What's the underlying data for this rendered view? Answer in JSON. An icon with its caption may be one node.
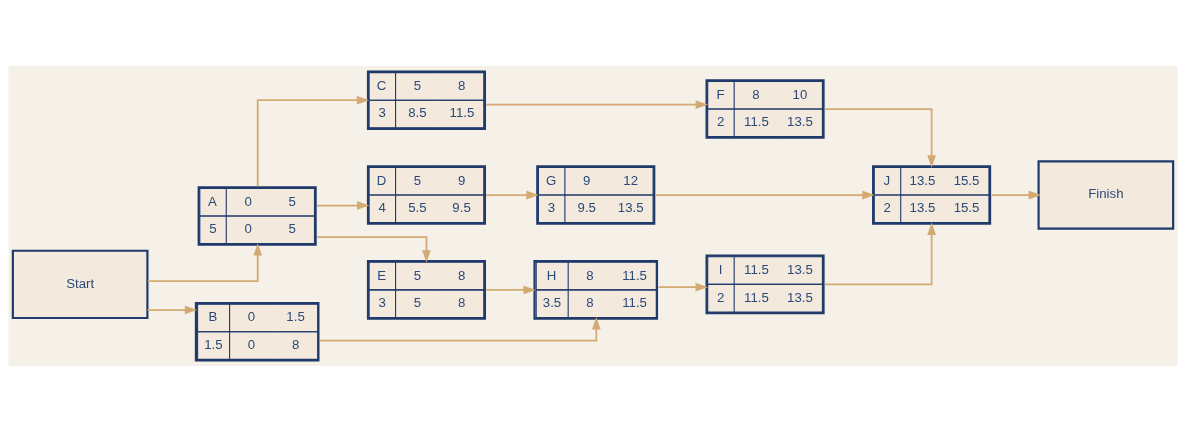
{
  "diagram": {
    "nodes": [
      {
        "text": [
          "Start"
        ]
      },
      {
        "text": [
          "A",
          "0",
          "5",
          "5",
          "0",
          "5"
        ]
      },
      {
        "text": [
          "B",
          "0",
          "1.5",
          "1.5",
          "0",
          "8"
        ]
      },
      {
        "text": [
          "C",
          "5",
          "8",
          "3",
          "8.5",
          "11.5"
        ]
      },
      {
        "text": [
          "D",
          "5",
          "9",
          "4",
          "5.5",
          "9.5"
        ]
      },
      {
        "text": [
          "E",
          "5",
          "8",
          "3",
          "5",
          "8"
        ]
      },
      {
        "text": [
          "F",
          "8",
          "10",
          "2",
          "11.5",
          "13.5"
        ]
      },
      {
        "text": [
          "G",
          "9",
          "12",
          "3",
          "9.5",
          "13.5"
        ]
      },
      {
        "text": [
          "H",
          "8",
          "11.5",
          "3.5",
          "8",
          "11.5"
        ]
      },
      {
        "text": [
          "I",
          "11.5",
          "13.5",
          "2",
          "11.5",
          "13.5"
        ]
      },
      {
        "text": [
          "J",
          "13.5",
          "15.5",
          "2",
          "13.5",
          "15.5"
        ]
      },
      {
        "text": [
          "Finish"
        ]
      }
    ],
    "edges": [
      {
        "from": 0,
        "to": 1,
        "arrow": "to"
      },
      {
        "from": 0,
        "to": 2,
        "arrow": "to"
      },
      {
        "from": 1,
        "to": 3,
        "arrow": "to"
      },
      {
        "from": 1,
        "to": 4,
        "arrow": "to"
      },
      {
        "from": 1,
        "to": 5,
        "arrow": "to"
      },
      {
        "from": 2,
        "to": 8,
        "arrow": "to"
      },
      {
        "from": 3,
        "to": 6,
        "arrow": "to"
      },
      {
        "from": 4,
        "to": 7,
        "arrow": "to"
      },
      {
        "from": 5,
        "to": 8,
        "arrow": "to"
      },
      {
        "from": 6,
        "to": 10,
        "arrow": "to"
      },
      {
        "from": 7,
        "to": 10,
        "arrow": "to"
      },
      {
        "from": 8,
        "to": 9,
        "arrow": "to"
      },
      {
        "from": 9,
        "to": 10,
        "arrow": "to"
      },
      {
        "from": 10,
        "to": 11,
        "arrow": "to"
      }
    ]
  }
}
